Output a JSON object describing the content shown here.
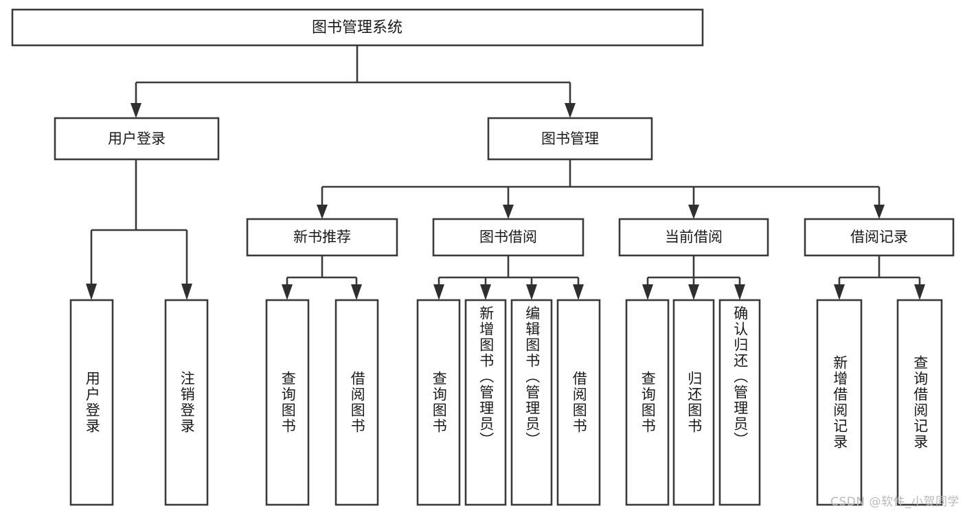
{
  "diagram": {
    "title": "图书管理系统",
    "watermark": "CSDN @软件_小贺同学",
    "levels": {
      "root_label": "图书管理系统",
      "level2": [
        "用户登录",
        "图书管理"
      ],
      "level3": [
        "新书推荐",
        "图书借阅",
        "当前借阅",
        "借阅记录"
      ]
    },
    "nodes": {
      "root": {
        "label": "图书管理系统"
      },
      "user_login": {
        "label": "用户登录"
      },
      "book_manage": {
        "label": "图书管理"
      },
      "new_book_rec": {
        "label": "新书推荐"
      },
      "book_borrow": {
        "label": "图书借阅"
      },
      "current_borrow": {
        "label": "当前借阅"
      },
      "borrow_record": {
        "label": "借阅记录"
      },
      "leaf_user_login": {
        "label": "用户登录"
      },
      "leaf_logout": {
        "label": "注销登录"
      },
      "leaf_query_book_1": {
        "label": "查询图书"
      },
      "leaf_borrow_book_1": {
        "label": "借阅图书"
      },
      "leaf_query_book_2": {
        "label": "查询图书"
      },
      "leaf_add_book": {
        "label": "新增图书（管理员）"
      },
      "leaf_edit_book": {
        "label": "编辑图书（管理员）"
      },
      "leaf_borrow_book_2": {
        "label": "借阅图书"
      },
      "leaf_query_book_3": {
        "label": "查询图书"
      },
      "leaf_return_book": {
        "label": "归还图书"
      },
      "leaf_confirm_return": {
        "label": "确认归还（管理员）"
      },
      "leaf_add_record": {
        "label": "新增借阅记录"
      },
      "leaf_query_record": {
        "label": "查询借阅记录"
      }
    },
    "colors": {
      "box_stroke": "#3a3a3a",
      "box_fill": "#ffffff",
      "text": "#1a1a1a",
      "watermark": "#b9b9b9",
      "background": "#ffffff"
    }
  }
}
